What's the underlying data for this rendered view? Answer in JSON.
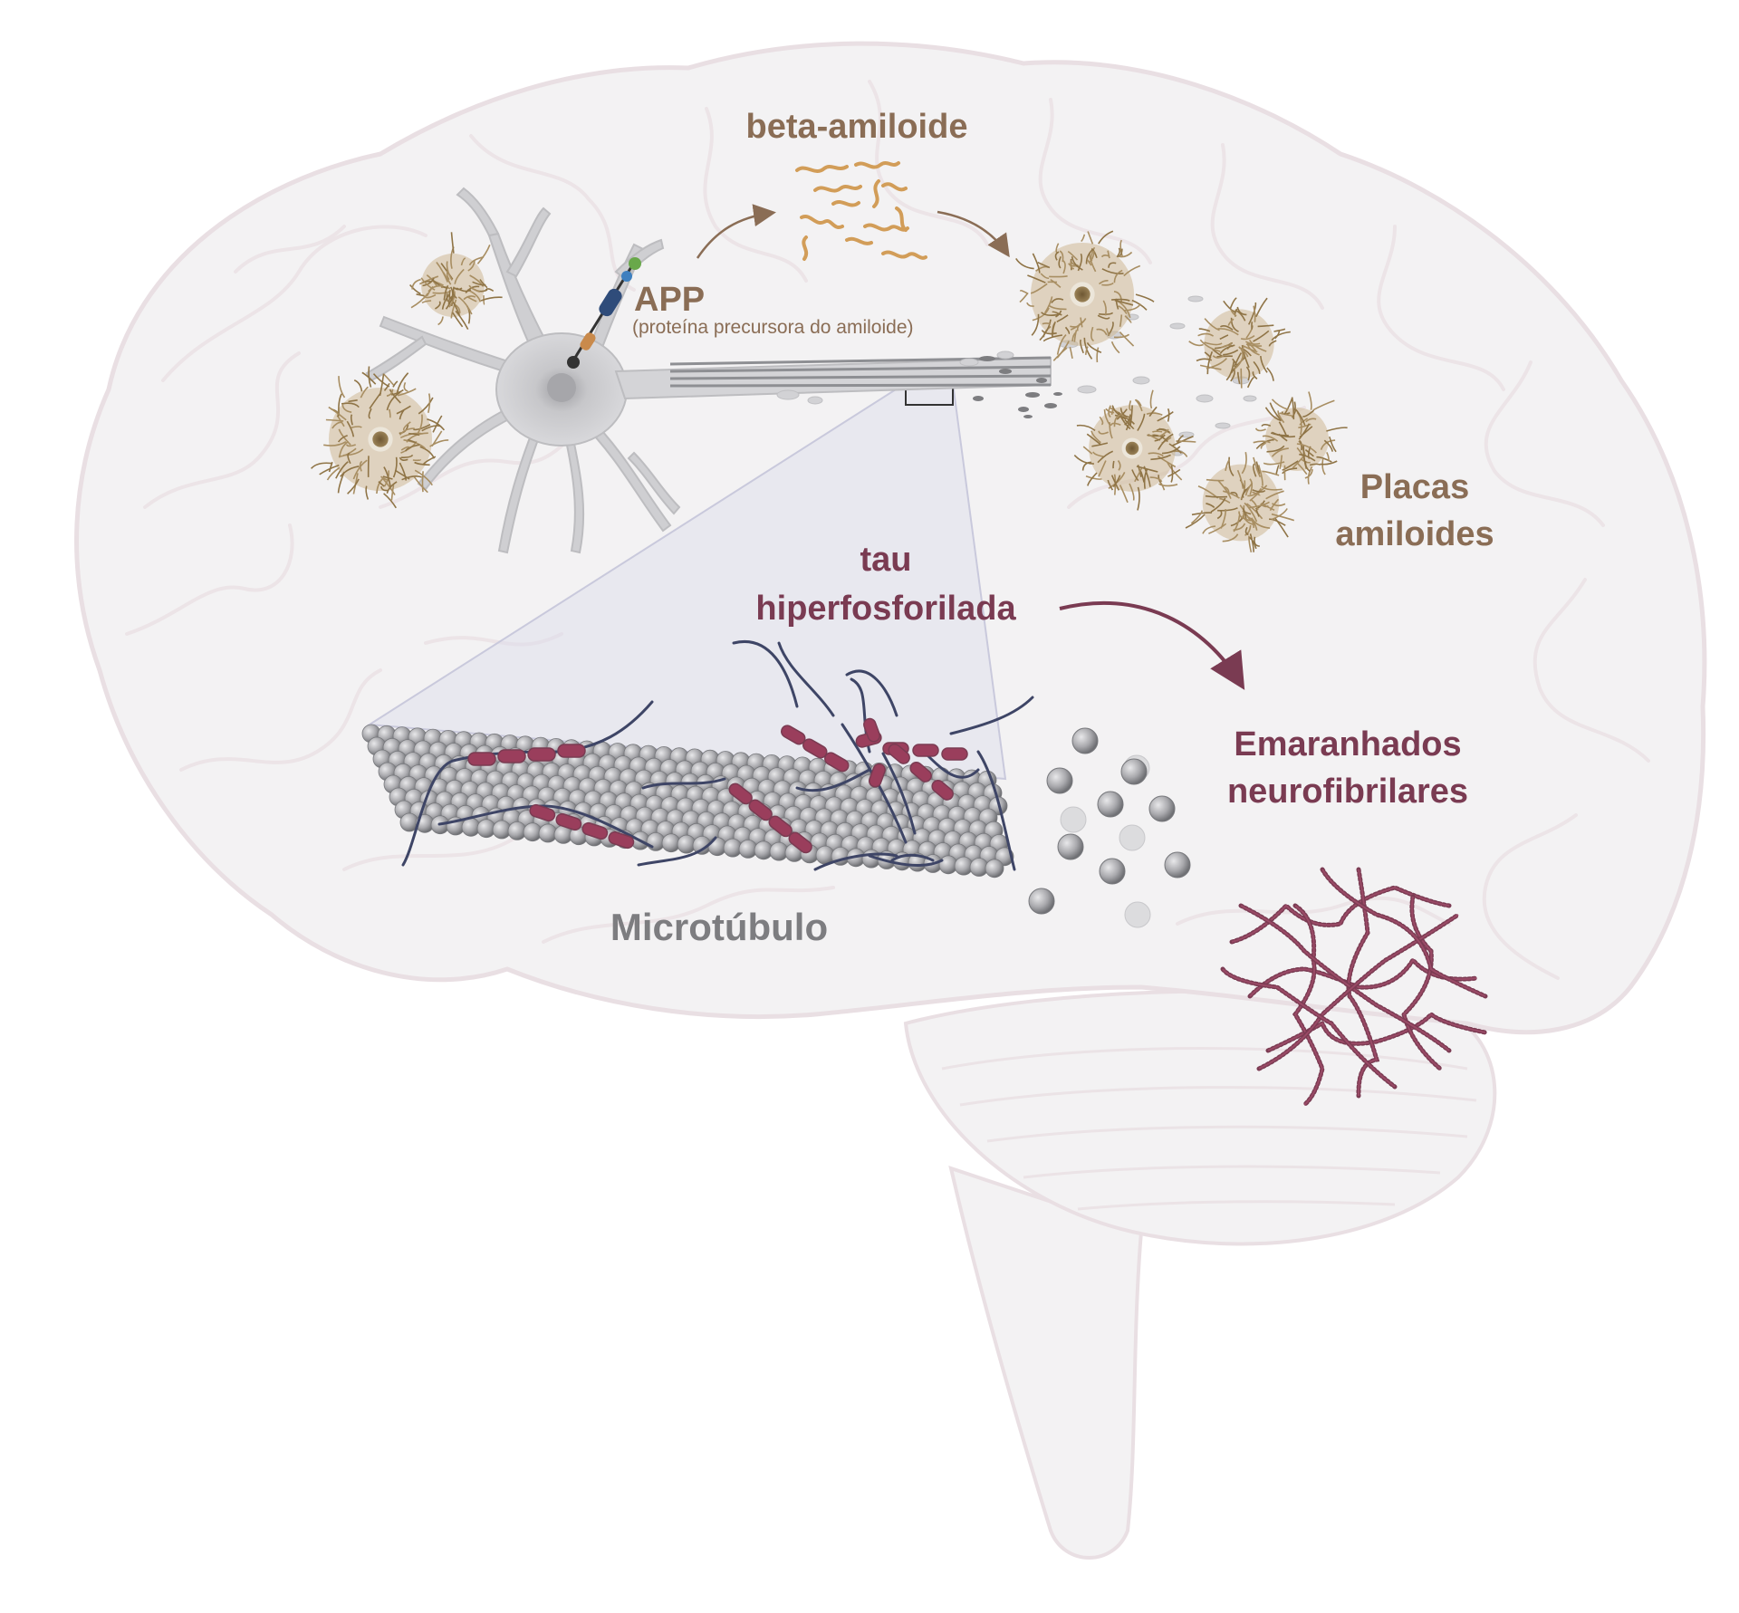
{
  "labels": {
    "beta_amyloid": "beta-amiloide",
    "app": "APP",
    "app_full": "(proteína precursora do amiloide)",
    "plaques_line1": "Placas",
    "plaques_line2": "amiloides",
    "tau_line1": "tau",
    "tau_line2": "hiperfosforilada",
    "tangles_line1": "Emaranhados",
    "tangles_line2": "neurofibrilares",
    "microtubule": "Microtúbulo"
  },
  "colors": {
    "brain_fill": "#f3f2f3",
    "brain_outline": "#e9dfe3",
    "amyloid": "#8a6d55",
    "tau": "#7a3b52",
    "microtubule": "#8e8f93",
    "neuron": "#cfcfd2",
    "zoom_area": "#c9c9dc"
  },
  "icons": {
    "plaque": "amyloid-plaque-icon",
    "neuron": "neuron-icon",
    "tangle": "neurofibrillary-tangle-icon",
    "microtubule": "microtubule-icon"
  }
}
